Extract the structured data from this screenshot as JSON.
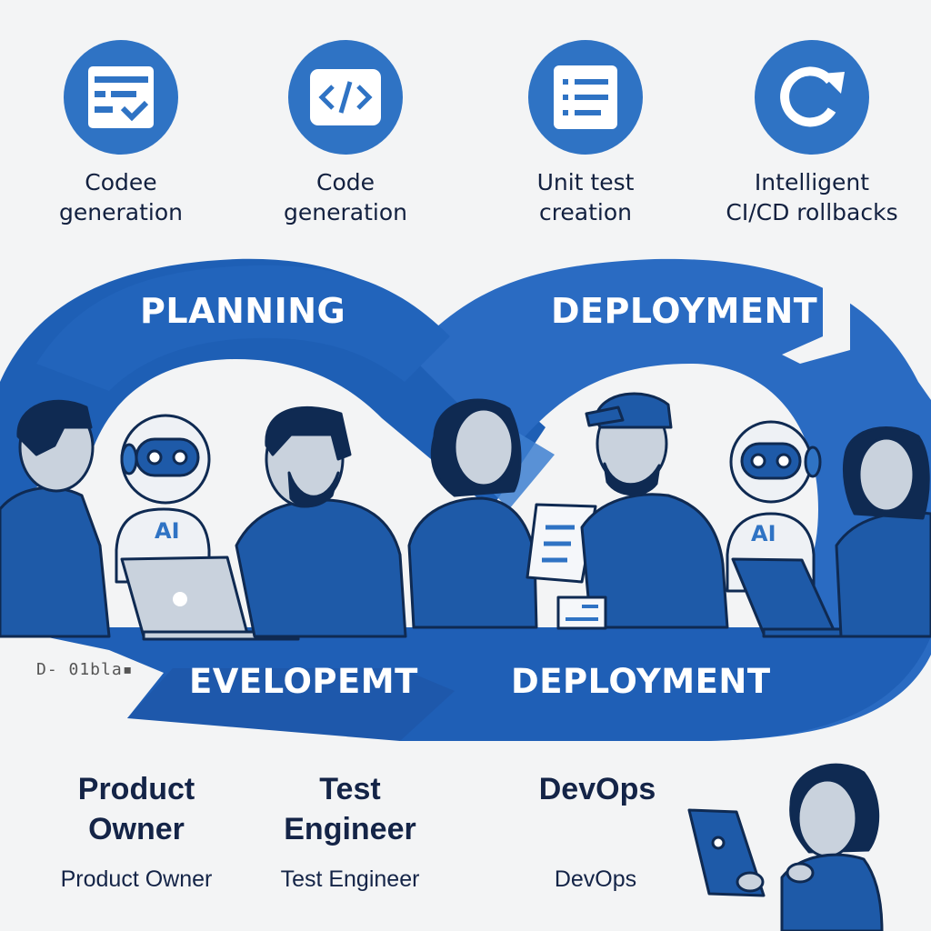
{
  "features": [
    {
      "label_line1": "Codee",
      "label_line2": "generation",
      "icon": "checklist-form-icon"
    },
    {
      "label_line1": "Code",
      "label_line2": "generation",
      "icon": "code-brackets-icon"
    },
    {
      "label_line1": "Unit test",
      "label_line2": "creation",
      "icon": "list-icon"
    },
    {
      "label_line1": "Intelligent",
      "label_line2": "CI/CD rollbacks",
      "icon": "refresh-icon"
    }
  ],
  "loop": {
    "stages": {
      "top_left": "PLANNING",
      "top_right": "DEPLOYMENT",
      "bottom_left": "EVELOPEMT",
      "bottom_right": "DEPLOYMENT"
    },
    "garbled_text": "D- 01bla▪"
  },
  "people": {
    "robot_left_badge": "AI",
    "robot_right_badge": "AI"
  },
  "roles": [
    {
      "title_line1": "Product",
      "title_line2": "Owner",
      "subtitle": "Product Owner"
    },
    {
      "title_line1": "Test",
      "title_line2": "Engineer",
      "subtitle": "Test Engineer"
    },
    {
      "title_line1": "DevOps",
      "title_line2": "",
      "subtitle": "DevOps"
    }
  ],
  "colors": {
    "primary_blue": "#2f73c4",
    "dark_blue": "#1e56a6",
    "navy_outline": "#0f2a52",
    "skin": "#c9d2dd",
    "background": "#f3f4f5"
  }
}
